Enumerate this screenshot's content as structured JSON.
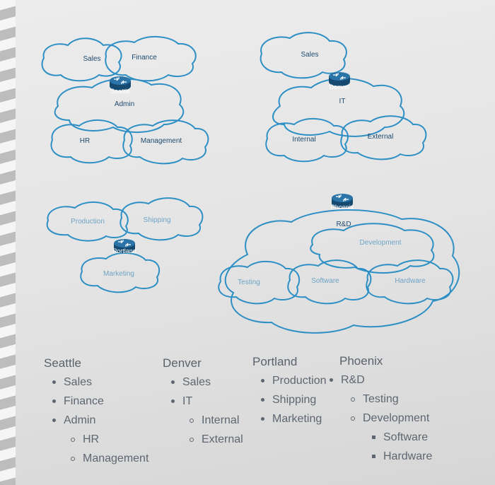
{
  "diagram": {
    "seattle": {
      "router": "Seattle",
      "main_cloud": "Admin",
      "clouds": [
        "Sales",
        "Finance",
        "HR",
        "Management"
      ]
    },
    "denver": {
      "router": "Denver",
      "main_cloud": "IT",
      "clouds": [
        "Sales",
        "Internal",
        "External"
      ]
    },
    "portland": {
      "router": "Portland",
      "clouds": [
        "Production",
        "Shipping",
        "Marketing"
      ]
    },
    "phoenix": {
      "router": "Phoenix",
      "main_cloud": "R&D",
      "clouds": [
        "Development",
        "Testing",
        "Software",
        "Hardware"
      ]
    }
  },
  "outline": {
    "seattle": {
      "title": "Seattle",
      "items": [
        "Sales",
        "Finance",
        "Admin"
      ],
      "admin_children": [
        "HR",
        "Management"
      ]
    },
    "denver": {
      "title": "Denver",
      "items": [
        "Sales",
        "IT"
      ],
      "it_children": [
        "Internal",
        "External"
      ]
    },
    "portland": {
      "title": "Portland",
      "items": [
        "Production",
        "Shipping",
        "Marketing"
      ]
    },
    "phoenix": {
      "title": "Phoenix",
      "items": [
        "R&D"
      ],
      "rd_children": [
        "Testing",
        "Development"
      ],
      "development_children": [
        "Software",
        "Hardware"
      ]
    }
  },
  "colors": {
    "cloud_stroke": "#2d8fc4",
    "router_fill": "#1f5f8e",
    "text": "#5e6670"
  }
}
